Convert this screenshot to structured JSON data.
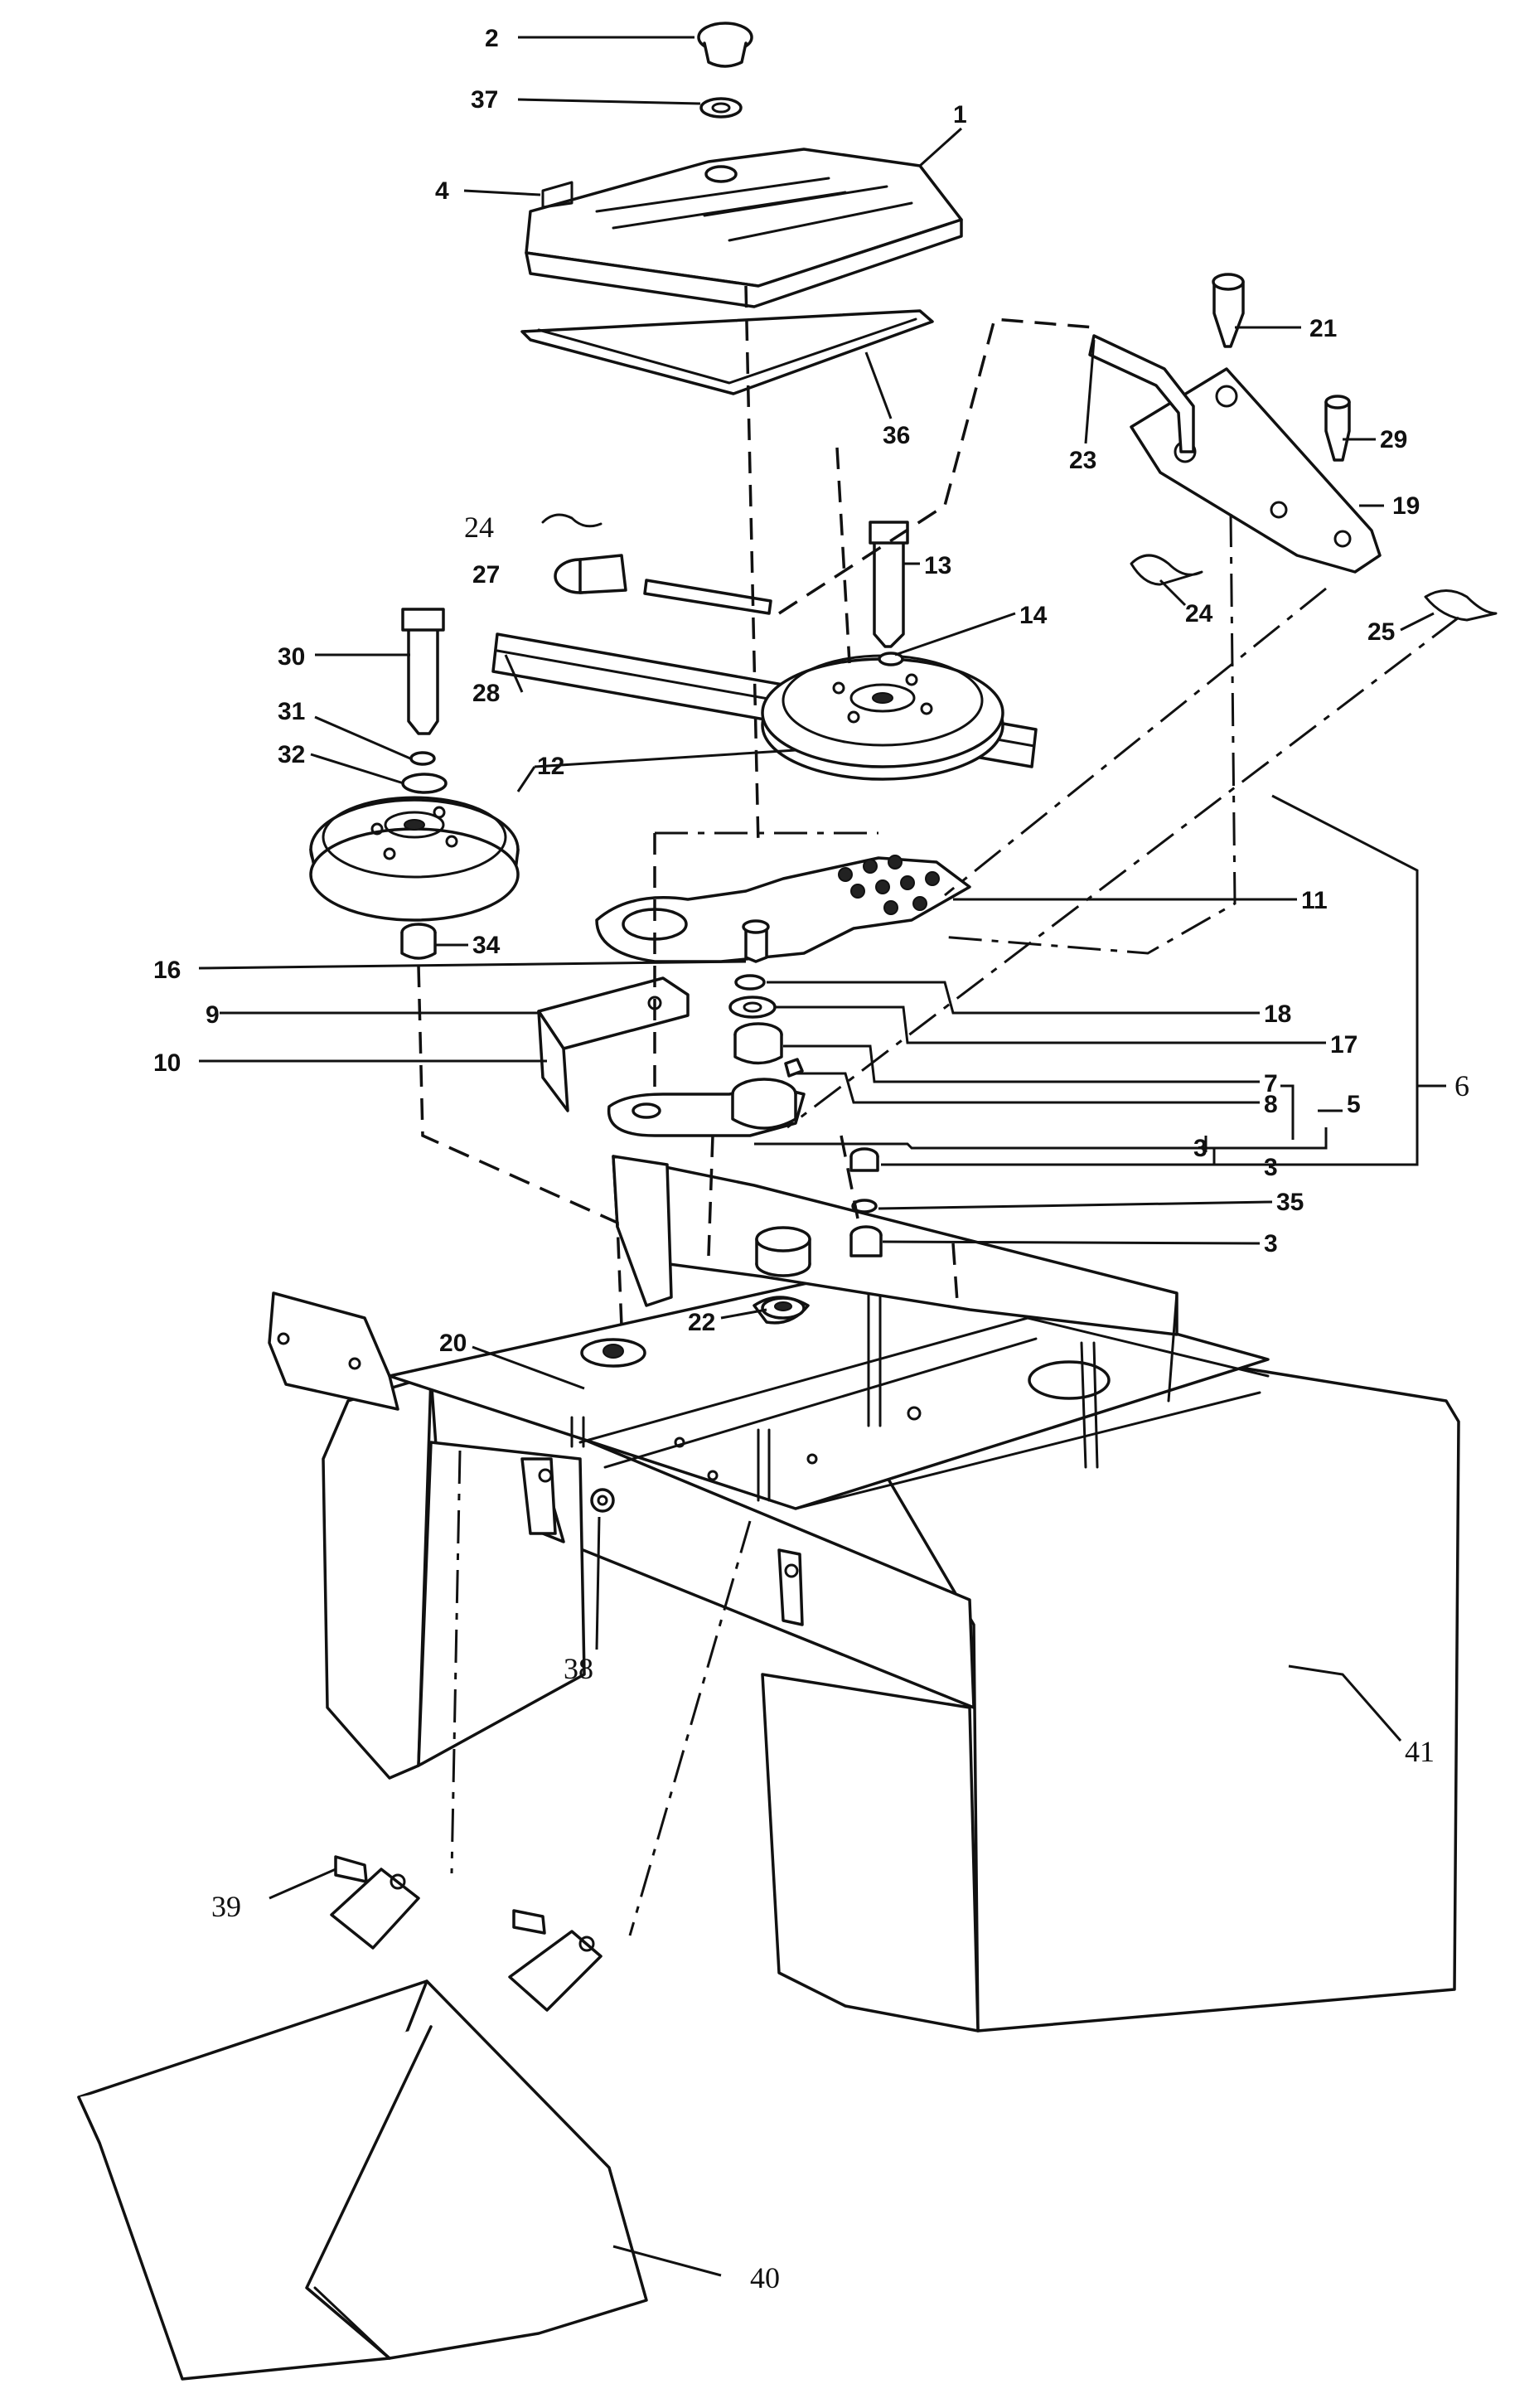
{
  "diagram": {
    "labels": {
      "p1": "1",
      "p2": "2",
      "p3a": "3",
      "p3b": "3",
      "p3c": "3",
      "p4": "4",
      "p5": "5",
      "p6": "6",
      "p7": "7",
      "p8": "8",
      "p9": "9",
      "p10": "10",
      "p11": "11",
      "p12": "12",
      "p13": "13",
      "p14": "14",
      "p16": "16",
      "p17": "17",
      "p18": "18",
      "p19": "19",
      "p20": "20",
      "p21": "21",
      "p22": "22",
      "p23": "23",
      "p24a": "24",
      "p24b": "24",
      "p25": "25",
      "p27": "27",
      "p28": "28",
      "p29": "29",
      "p30": "30",
      "p31": "31",
      "p32": "32",
      "p34": "34",
      "p35": "35",
      "p36": "36",
      "p37": "37",
      "p38": "38",
      "p39": "39",
      "p40": "40",
      "p41": "41"
    },
    "colors": {
      "ink": "#111111",
      "paper": "#ffffff"
    }
  }
}
